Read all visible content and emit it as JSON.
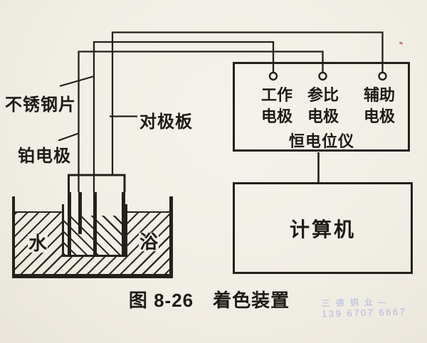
{
  "figure": {
    "caption": "图 8-26　着色装置",
    "labels": {
      "stainless_steel": "不锈钢片",
      "platinum_electrode": "铂电极",
      "counter_plate": "对极板",
      "water": "水",
      "bath": "浴"
    },
    "potentiostat": {
      "name": "恒电位仪",
      "terminals": [
        {
          "line1": "工作",
          "line2": "电极"
        },
        {
          "line1": "参比",
          "line2": "电极"
        },
        {
          "line1": "辅助",
          "line2": "电极"
        }
      ]
    },
    "computer_label": "计算机"
  },
  "watermark": {
    "line1": "三德铜业—",
    "line2": "139 6707 6667",
    "color": "#a8b0dc"
  },
  "colors": {
    "paper": "#f2efe7",
    "ink": "#24201c",
    "red_speck": "#b0493a"
  }
}
